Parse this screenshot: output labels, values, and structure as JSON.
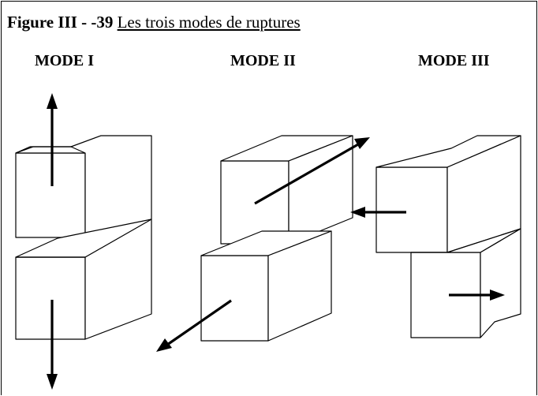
{
  "figure": {
    "number": "Figure III - -39",
    "title": "Les trois modes de ruptures"
  },
  "modes": [
    {
      "label": "MODE I"
    },
    {
      "label": "MODE II"
    },
    {
      "label": "MODE III"
    }
  ]
}
